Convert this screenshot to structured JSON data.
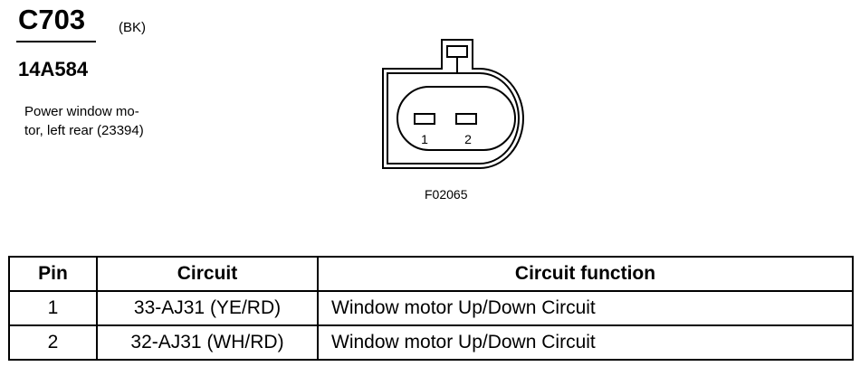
{
  "header": {
    "connector_id": "C703",
    "connector_color": "(BK)",
    "part_number": "14A584",
    "description_line1": "Power window mo-",
    "description_line2": "tor, left rear (23394)"
  },
  "diagram": {
    "pin_labels": [
      "1",
      "2"
    ],
    "figure_id": "F02065"
  },
  "table": {
    "headers": [
      "Pin",
      "Circuit",
      "Circuit function"
    ],
    "rows": [
      {
        "pin": "1",
        "circuit": "33-AJ31 (YE/RD)",
        "function": "Window motor Up/Down Circuit"
      },
      {
        "pin": "2",
        "circuit": "32-AJ31 (WH/RD)",
        "function": "Window motor Up/Down Circuit"
      }
    ]
  }
}
